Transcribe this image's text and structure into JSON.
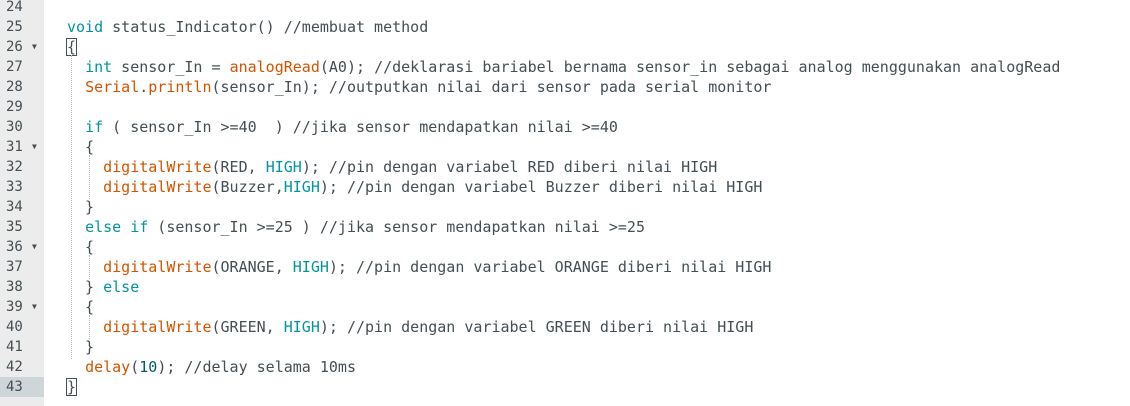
{
  "editor": {
    "colors": {
      "keyword": "#00979c",
      "function": "#d35400",
      "comment": "#434f54",
      "gutter_bg": "#ececec",
      "active_line_number_bg": "#cfd6da"
    },
    "active_line": "43",
    "lines": [
      {
        "num": "24",
        "fold": false,
        "tokens": []
      },
      {
        "num": "25",
        "fold": false,
        "tokens": [
          {
            "t": "void",
            "c": "type"
          },
          {
            "t": " status_Indicator() ",
            "c": "plain"
          },
          {
            "t": "//membuat method",
            "c": "cmt"
          }
        ]
      },
      {
        "num": "26",
        "fold": true,
        "tokens": [
          {
            "t": "{",
            "c": "bracebox"
          }
        ]
      },
      {
        "num": "27",
        "fold": false,
        "tokens": [
          {
            "t": "  ",
            "c": "plain"
          },
          {
            "t": "int",
            "c": "type"
          },
          {
            "t": " sensor_In ",
            "c": "plain"
          },
          {
            "t": "=",
            "c": "op"
          },
          {
            "t": " ",
            "c": "plain"
          },
          {
            "t": "analogRead",
            "c": "fn"
          },
          {
            "t": "(A0); ",
            "c": "plain"
          },
          {
            "t": "//deklarasi bariabel bernama sensor_in sebagai analog menggunakan analogRead",
            "c": "cmt"
          }
        ]
      },
      {
        "num": "28",
        "fold": false,
        "tokens": [
          {
            "t": "  ",
            "c": "plain"
          },
          {
            "t": "Serial",
            "c": "cls"
          },
          {
            "t": ".",
            "c": "plain"
          },
          {
            "t": "println",
            "c": "fn"
          },
          {
            "t": "(sensor_In); ",
            "c": "plain"
          },
          {
            "t": "//outputkan nilai dari sensor pada serial monitor",
            "c": "cmt"
          }
        ]
      },
      {
        "num": "29",
        "fold": false,
        "tokens": []
      },
      {
        "num": "30",
        "fold": false,
        "tokens": [
          {
            "t": "  ",
            "c": "plain"
          },
          {
            "t": "if",
            "c": "kw"
          },
          {
            "t": " ( sensor_In ",
            "c": "plain"
          },
          {
            "t": ">=",
            "c": "op"
          },
          {
            "t": "40  ) ",
            "c": "plain"
          },
          {
            "t": "//jika sensor mendapatkan nilai >=40",
            "c": "cmt"
          }
        ]
      },
      {
        "num": "31",
        "fold": true,
        "tokens": [
          {
            "t": "  {",
            "c": "plain"
          }
        ]
      },
      {
        "num": "32",
        "fold": false,
        "tokens": [
          {
            "t": "    ",
            "c": "plain"
          },
          {
            "t": "digitalWrite",
            "c": "fn"
          },
          {
            "t": "(RED, ",
            "c": "plain"
          },
          {
            "t": "HIGH",
            "c": "const"
          },
          {
            "t": "); ",
            "c": "plain"
          },
          {
            "t": "//pin dengan variabel RED diberi nilai HIGH",
            "c": "cmt"
          }
        ]
      },
      {
        "num": "33",
        "fold": false,
        "tokens": [
          {
            "t": "    ",
            "c": "plain"
          },
          {
            "t": "digitalWrite",
            "c": "fn"
          },
          {
            "t": "(Buzzer,",
            "c": "plain"
          },
          {
            "t": "HIGH",
            "c": "const"
          },
          {
            "t": "); ",
            "c": "plain"
          },
          {
            "t": "//pin dengan variabel Buzzer diberi nilai HIGH",
            "c": "cmt"
          }
        ]
      },
      {
        "num": "34",
        "fold": false,
        "tokens": [
          {
            "t": "  }",
            "c": "plain"
          }
        ]
      },
      {
        "num": "35",
        "fold": false,
        "tokens": [
          {
            "t": "  ",
            "c": "plain"
          },
          {
            "t": "else",
            "c": "kw"
          },
          {
            "t": " ",
            "c": "plain"
          },
          {
            "t": "if",
            "c": "kw"
          },
          {
            "t": " (sensor_In ",
            "c": "plain"
          },
          {
            "t": ">=",
            "c": "op"
          },
          {
            "t": "25 ) ",
            "c": "plain"
          },
          {
            "t": "//jika sensor mendapatkan nilai >=25",
            "c": "cmt"
          }
        ]
      },
      {
        "num": "36",
        "fold": true,
        "tokens": [
          {
            "t": "  {",
            "c": "plain"
          }
        ]
      },
      {
        "num": "37",
        "fold": false,
        "tokens": [
          {
            "t": "    ",
            "c": "plain"
          },
          {
            "t": "digitalWrite",
            "c": "fn"
          },
          {
            "t": "(ORANGE, ",
            "c": "plain"
          },
          {
            "t": "HIGH",
            "c": "const"
          },
          {
            "t": "); ",
            "c": "plain"
          },
          {
            "t": "//pin dengan variabel ORANGE diberi nilai HIGH",
            "c": "cmt"
          }
        ]
      },
      {
        "num": "38",
        "fold": false,
        "tokens": [
          {
            "t": "  } ",
            "c": "plain"
          },
          {
            "t": "else",
            "c": "kw"
          }
        ]
      },
      {
        "num": "39",
        "fold": true,
        "tokens": [
          {
            "t": "  {",
            "c": "plain"
          }
        ]
      },
      {
        "num": "40",
        "fold": false,
        "tokens": [
          {
            "t": "    ",
            "c": "plain"
          },
          {
            "t": "digitalWrite",
            "c": "fn"
          },
          {
            "t": "(GREEN, ",
            "c": "plain"
          },
          {
            "t": "HIGH",
            "c": "const"
          },
          {
            "t": "); ",
            "c": "plain"
          },
          {
            "t": "//pin dengan variabel GREEN diberi nilai HIGH",
            "c": "cmt"
          }
        ]
      },
      {
        "num": "41",
        "fold": false,
        "tokens": [
          {
            "t": "  }",
            "c": "plain"
          }
        ]
      },
      {
        "num": "42",
        "fold": false,
        "tokens": [
          {
            "t": "  ",
            "c": "plain"
          },
          {
            "t": "delay",
            "c": "fn"
          },
          {
            "t": "(",
            "c": "plain"
          },
          {
            "t": "10",
            "c": "num"
          },
          {
            "t": "); ",
            "c": "plain"
          },
          {
            "t": "//delay selama 10ms",
            "c": "cmt"
          }
        ]
      },
      {
        "num": "43",
        "fold": false,
        "tokens": [
          {
            "t": "}",
            "c": "bracebox"
          }
        ]
      }
    ]
  }
}
